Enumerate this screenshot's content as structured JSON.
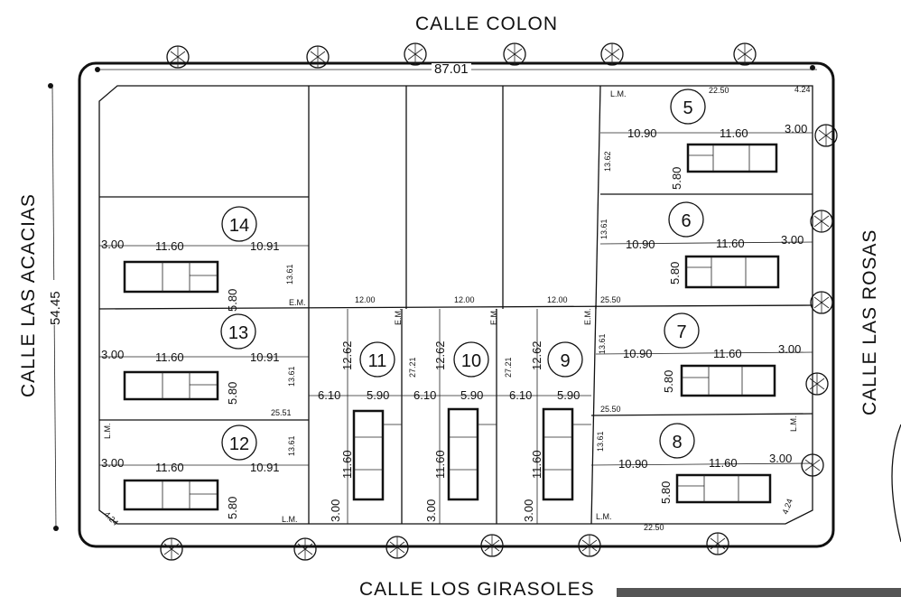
{
  "streets": {
    "north": "CALLE  COLON",
    "south": "CALLE  LOS GIRASOLES",
    "west": "CALLE LAS ACACIAS",
    "east": "CALLE LAS ROSAS"
  },
  "overall": {
    "width": "87.01",
    "height": "54.45"
  },
  "marks": {
    "lm": "L.M.",
    "em": "E.M."
  },
  "corner_chamfer": "4.24",
  "lots": {
    "l5": {
      "number": "5",
      "front": "22.50",
      "depth": "13.62",
      "a": "10.90",
      "b": "11.60",
      "c": "3.00",
      "d": "5.80"
    },
    "l6": {
      "number": "6",
      "depth": "13.61",
      "a": "10.90",
      "b": "11.60",
      "c": "3.00",
      "d": "5.80"
    },
    "l7": {
      "number": "7",
      "depth": "13.61",
      "a": "10.90",
      "b": "11.60",
      "c": "3.00",
      "d": "5.80",
      "side": "25.50"
    },
    "l8": {
      "number": "8",
      "depth": "13.61",
      "a": "10.90",
      "b": "11.60",
      "c": "3.00",
      "d": "5.80",
      "front": "22.50"
    },
    "l14": {
      "number": "14",
      "a": "3.00",
      "b": "11.60",
      "c": "10.91",
      "d": "5.80",
      "depth": "13.61"
    },
    "l13": {
      "number": "13",
      "a": "3.00",
      "b": "11.60",
      "c": "10.91",
      "d": "5.80",
      "depth": "13.61",
      "side": "25.51"
    },
    "l12": {
      "number": "12",
      "a": "3.00",
      "b": "11.60",
      "c": "10.91",
      "d": "5.80",
      "depth": "13.61"
    },
    "l11": {
      "number": "11",
      "depth": "12.62",
      "a": "6.10",
      "b": "5.90",
      "c": "11.60",
      "d": "3.00",
      "front": "12.00",
      "side": "27.21"
    },
    "l10": {
      "number": "10",
      "depth": "12.62",
      "a": "6.10",
      "b": "5.90",
      "c": "11.60",
      "d": "3.00",
      "front": "12.00",
      "side": "27.21"
    },
    "l9": {
      "number": "9",
      "depth": "12.62",
      "a": "6.10",
      "b": "5.90",
      "c": "11.60",
      "d": "3.00",
      "front": "12.00"
    }
  },
  "side_west": "25.50"
}
